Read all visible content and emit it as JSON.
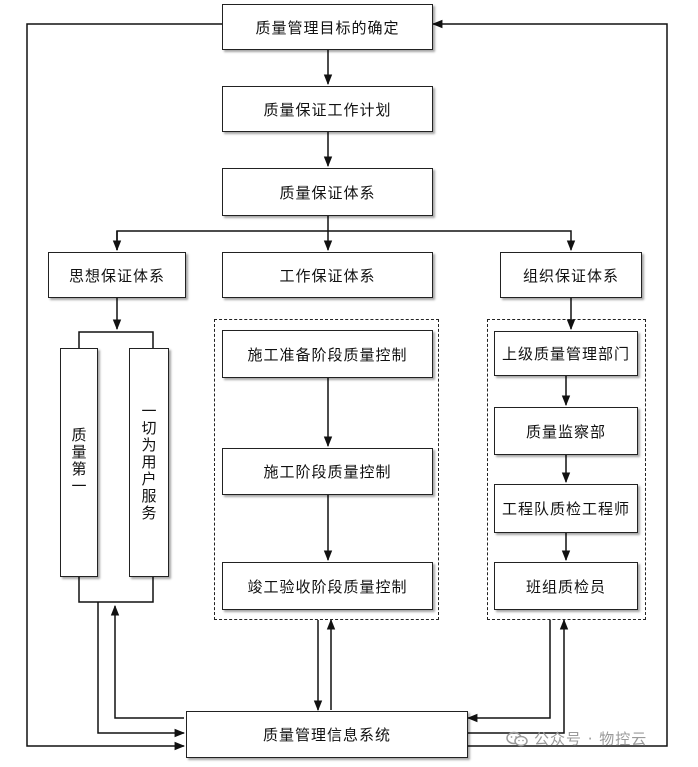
{
  "top": {
    "goal": "质量管理目标的确定",
    "plan": "质量保证工作计划",
    "system": "质量保证体系"
  },
  "left": {
    "title": "思想保证体系",
    "col1": "质量第一",
    "col2": "一切为用户服务"
  },
  "middle": {
    "title": "工作保证体系",
    "step1": "施工准备阶段质量控制",
    "step2": "施工阶段质量控制",
    "step3": "竣工验收阶段质量控制"
  },
  "right": {
    "title": "组织保证体系",
    "level1": "上级质量管理部门",
    "level2": "质量监察部",
    "level3": "工程队质检工程师",
    "level4": "班组质检员"
  },
  "bottom": {
    "info": "质量管理信息系统"
  },
  "watermark": {
    "text": "公众号 · 物控云",
    "icon": "wechat-icon"
  }
}
